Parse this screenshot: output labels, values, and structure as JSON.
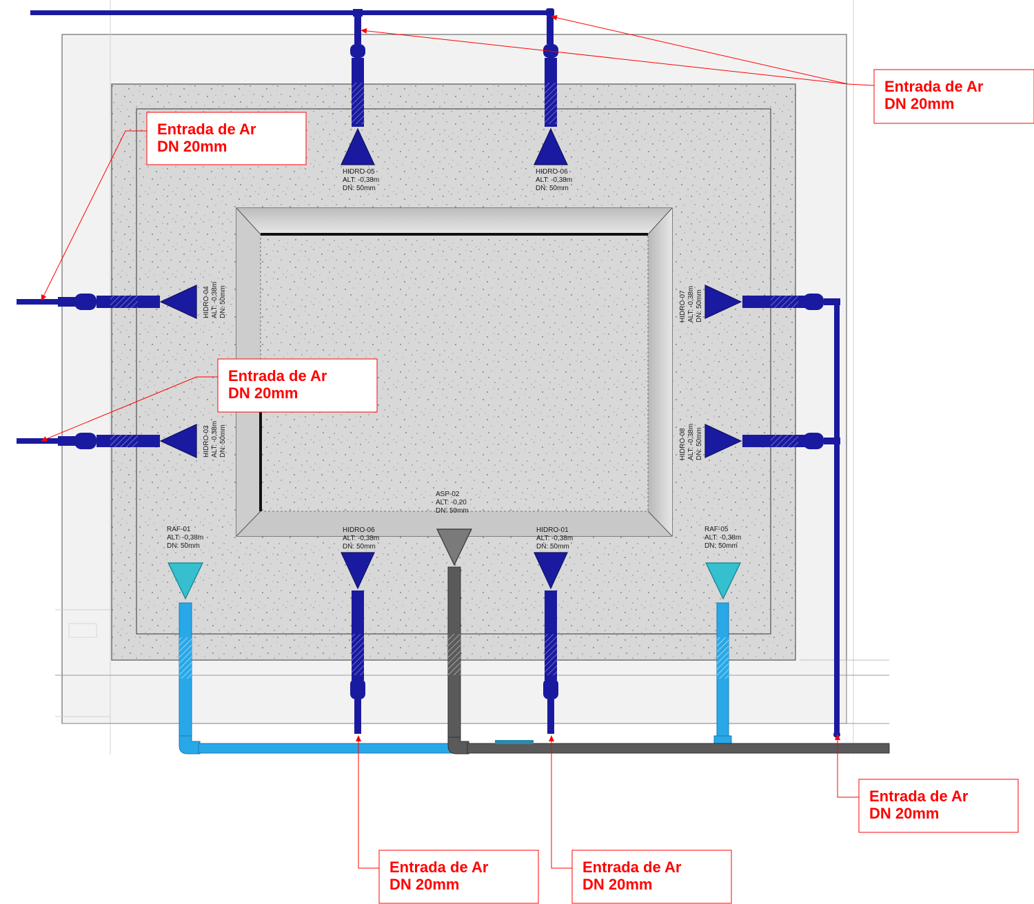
{
  "colors": {
    "pipe_dark_blue": "#1a1aa0",
    "pipe_light_blue": "#29a8e8",
    "pipe_grey": "#5a5a5a",
    "callout_red": "#ff0000",
    "concrete": "#d6d6d6",
    "nozzle_light_cyan": "#35bfcf",
    "drain_grey": "#7a7a7a"
  },
  "callouts": [
    {
      "id": "top-right",
      "line1": "Entrada de Ar",
      "line2": "DN 20mm"
    },
    {
      "id": "left-upper",
      "line1": "Entrada de Ar",
      "line2": "DN 20mm"
    },
    {
      "id": "left-middle",
      "line1": "Entrada de Ar",
      "line2": "DN 20mm"
    },
    {
      "id": "right-lower",
      "line1": "Entrada de Ar",
      "line2": "DN 20mm"
    },
    {
      "id": "bottom-center",
      "line1": "Entrada de Ar",
      "line2": "DN 20mm"
    },
    {
      "id": "bottom-right",
      "line1": "Entrada de Ar",
      "line2": "DN 20mm"
    }
  ],
  "fixtures": [
    {
      "id": "hidro-05",
      "type": "hidro",
      "label": "HIDRO-05",
      "alt": "ALT: -0,38m",
      "dn": "DN: 50mm"
    },
    {
      "id": "hidro-06-top",
      "type": "hidro",
      "label": "HIDRO-06",
      "alt": "ALT: -0,38m",
      "dn": "DN: 50mm"
    },
    {
      "id": "hidro-04",
      "type": "hidro",
      "label": "HIDRO-04",
      "alt": "ALT: -0,38m",
      "dn": "DN: 50mm"
    },
    {
      "id": "hidro-03",
      "type": "hidro",
      "label": "HIDRO-03",
      "alt": "ALT: -0,38m",
      "dn": "DN: 50mm"
    },
    {
      "id": "hidro-07",
      "type": "hidro",
      "label": "HIDRO-07",
      "alt": "ALT: -0,38m",
      "dn": "DN: 50mm"
    },
    {
      "id": "hidro-08",
      "type": "hidro",
      "label": "HIDRO-08",
      "alt": "ALT: -0,38m",
      "dn": "DN: 50mm"
    },
    {
      "id": "hidro-06-bottom",
      "type": "hidro",
      "label": "HIDRO-06",
      "alt": "ALT: -0,38m",
      "dn": "DN: 50mm"
    },
    {
      "id": "hidro-01",
      "type": "hidro",
      "label": "HIDRO-01",
      "alt": "ALT: -0,38m",
      "dn": "DN: 50mm"
    },
    {
      "id": "raf-01",
      "type": "raf",
      "label": "RAF-01",
      "alt": "ALT: -0,38m",
      "dn": "DN: 50mm"
    },
    {
      "id": "raf-05",
      "type": "raf",
      "label": "RAF-05",
      "alt": "ALT: -0,38m",
      "dn": "DN: 50mm"
    },
    {
      "id": "asp-02",
      "type": "asp",
      "label": "ASP-02",
      "alt": "ALT: -0,20",
      "dn": "DN: 50mm"
    }
  ],
  "icons": {
    "hidro": "blue-triangle-nozzle-icon",
    "raf": "cyan-triangle-nozzle-icon",
    "asp": "grey-triangle-drain-icon"
  }
}
